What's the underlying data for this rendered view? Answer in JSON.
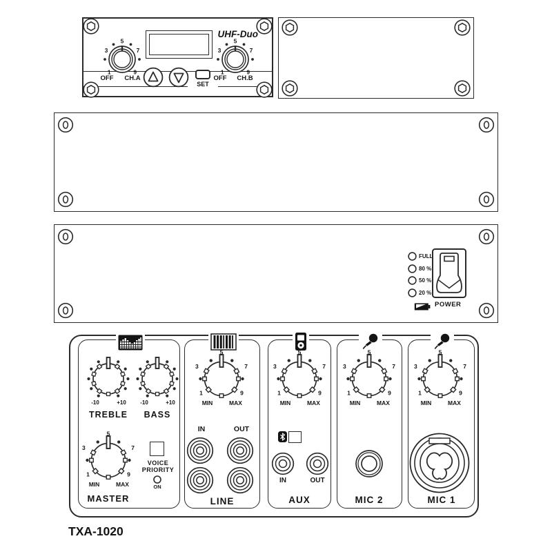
{
  "model_label": "TXA-1020",
  "receiver_panel": {
    "brand": "UHF-Duo",
    "set_label": "SET",
    "channel_a": {
      "off_label": "OFF",
      "name": "CH.A"
    },
    "channel_b": {
      "off_label": "OFF",
      "name": "CH.B"
    }
  },
  "battery_panel": {
    "levels": [
      "FULL",
      "80 %",
      "50 %",
      "20 %"
    ],
    "power_label": "POWER"
  },
  "knob_scales": {
    "numeric": {
      "numbers": [
        "1",
        "3",
        "5",
        "7",
        "9"
      ],
      "min_label": "MIN",
      "max_label": "MAX"
    },
    "tone": {
      "min_label": "-10",
      "max_label": "+10"
    },
    "uhf": {
      "numbers": [
        "1",
        "3",
        "5",
        "7",
        "9"
      ]
    }
  },
  "mixer": {
    "treble_label": "TREBLE",
    "bass_label": "BASS",
    "master_label": "MASTER",
    "voice_priority": {
      "line1": "VOICE",
      "line2": "PRIORITY",
      "on_label": "ON"
    },
    "line": {
      "label": "LINE",
      "in_label": "IN",
      "out_label": "OUT"
    },
    "aux": {
      "label": "AUX",
      "in_label": "IN",
      "out_label": "OUT"
    },
    "mic2": {
      "label": "MIC 2"
    },
    "mic1": {
      "label": "MIC 1"
    }
  }
}
